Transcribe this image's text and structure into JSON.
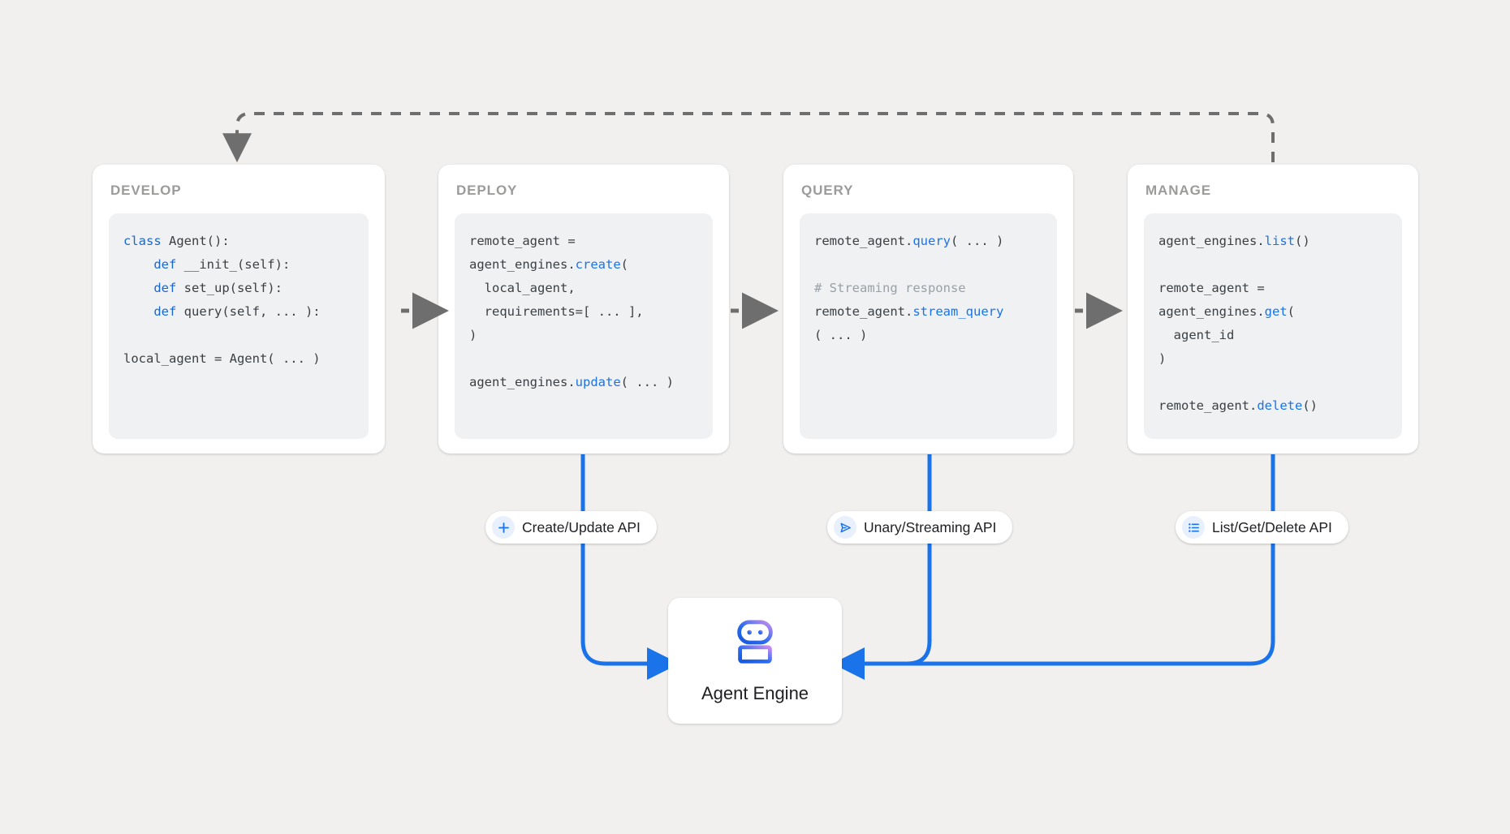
{
  "canvas": {
    "background": "#f1f0ee",
    "accent_blue": "#1a73e8",
    "dashed_gray": "#6e6e6e",
    "code_bg": "#eff1f3"
  },
  "stages": [
    {
      "id": "develop",
      "title": "DEVELOP",
      "code_lines": [
        {
          "segments": [
            {
              "t": "class ",
              "c": "kw"
            },
            {
              "t": "Agent():",
              "c": ""
            }
          ]
        },
        {
          "segments": [
            {
              "t": "    ",
              "c": ""
            },
            {
              "t": "def ",
              "c": "kw"
            },
            {
              "t": "__init_(self):",
              "c": ""
            }
          ]
        },
        {
          "segments": [
            {
              "t": "    ",
              "c": ""
            },
            {
              "t": "def ",
              "c": "kw"
            },
            {
              "t": "set_up(self):",
              "c": ""
            }
          ]
        },
        {
          "segments": [
            {
              "t": "    ",
              "c": ""
            },
            {
              "t": "def ",
              "c": "kw"
            },
            {
              "t": "query(self, ... ):",
              "c": ""
            }
          ]
        },
        {
          "segments": [
            {
              "t": "",
              "c": ""
            }
          ]
        },
        {
          "segments": [
            {
              "t": "local_agent = Agent( ... )",
              "c": ""
            }
          ]
        }
      ]
    },
    {
      "id": "deploy",
      "title": "DEPLOY",
      "code_lines": [
        {
          "segments": [
            {
              "t": "remote_agent =",
              "c": ""
            }
          ]
        },
        {
          "segments": [
            {
              "t": "agent_engines.",
              "c": ""
            },
            {
              "t": "create",
              "c": "fn"
            },
            {
              "t": "(",
              "c": ""
            }
          ]
        },
        {
          "segments": [
            {
              "t": "  local_agent,",
              "c": ""
            }
          ]
        },
        {
          "segments": [
            {
              "t": "  requirements=[ ... ],",
              "c": ""
            }
          ]
        },
        {
          "segments": [
            {
              "t": ")",
              "c": ""
            }
          ]
        },
        {
          "segments": [
            {
              "t": "",
              "c": ""
            }
          ]
        },
        {
          "segments": [
            {
              "t": "agent_engines.",
              "c": ""
            },
            {
              "t": "update",
              "c": "fn"
            },
            {
              "t": "( ... )",
              "c": ""
            }
          ]
        }
      ]
    },
    {
      "id": "query",
      "title": "QUERY",
      "code_lines": [
        {
          "segments": [
            {
              "t": "remote_agent.",
              "c": ""
            },
            {
              "t": "query",
              "c": "fn"
            },
            {
              "t": "( ... )",
              "c": ""
            }
          ]
        },
        {
          "segments": [
            {
              "t": "",
              "c": ""
            }
          ]
        },
        {
          "segments": [
            {
              "t": "# Streaming response",
              "c": "cm"
            }
          ]
        },
        {
          "segments": [
            {
              "t": "remote_agent.",
              "c": ""
            },
            {
              "t": "stream_query",
              "c": "fn"
            }
          ]
        },
        {
          "segments": [
            {
              "t": "( ... )",
              "c": ""
            }
          ]
        }
      ]
    },
    {
      "id": "manage",
      "title": "MANAGE",
      "code_lines": [
        {
          "segments": [
            {
              "t": "agent_engines.",
              "c": ""
            },
            {
              "t": "list",
              "c": "fn"
            },
            {
              "t": "()",
              "c": ""
            }
          ]
        },
        {
          "segments": [
            {
              "t": "",
              "c": ""
            }
          ]
        },
        {
          "segments": [
            {
              "t": "remote_agent =",
              "c": ""
            }
          ]
        },
        {
          "segments": [
            {
              "t": "agent_engines.",
              "c": ""
            },
            {
              "t": "get",
              "c": "fn"
            },
            {
              "t": "(",
              "c": ""
            }
          ]
        },
        {
          "segments": [
            {
              "t": "  agent_id",
              "c": ""
            }
          ]
        },
        {
          "segments": [
            {
              "t": ")",
              "c": ""
            }
          ]
        },
        {
          "segments": [
            {
              "t": "",
              "c": ""
            }
          ]
        },
        {
          "segments": [
            {
              "t": "remote_agent.",
              "c": ""
            },
            {
              "t": "delete",
              "c": "fn"
            },
            {
              "t": "()",
              "c": ""
            }
          ]
        }
      ]
    }
  ],
  "api_pills": [
    {
      "id": "create-update",
      "label": "Create/Update API",
      "icon": "plus-icon"
    },
    {
      "id": "unary-streaming",
      "label": "Unary/Streaming API",
      "icon": "send-icon"
    },
    {
      "id": "list-get-delete",
      "label": "List/Get/Delete API",
      "icon": "list-icon"
    }
  ],
  "agent_engine": {
    "label": "Agent Engine",
    "icon": "robot-icon",
    "gradient_from": "#1a73e8",
    "gradient_to": "#c77dff"
  }
}
